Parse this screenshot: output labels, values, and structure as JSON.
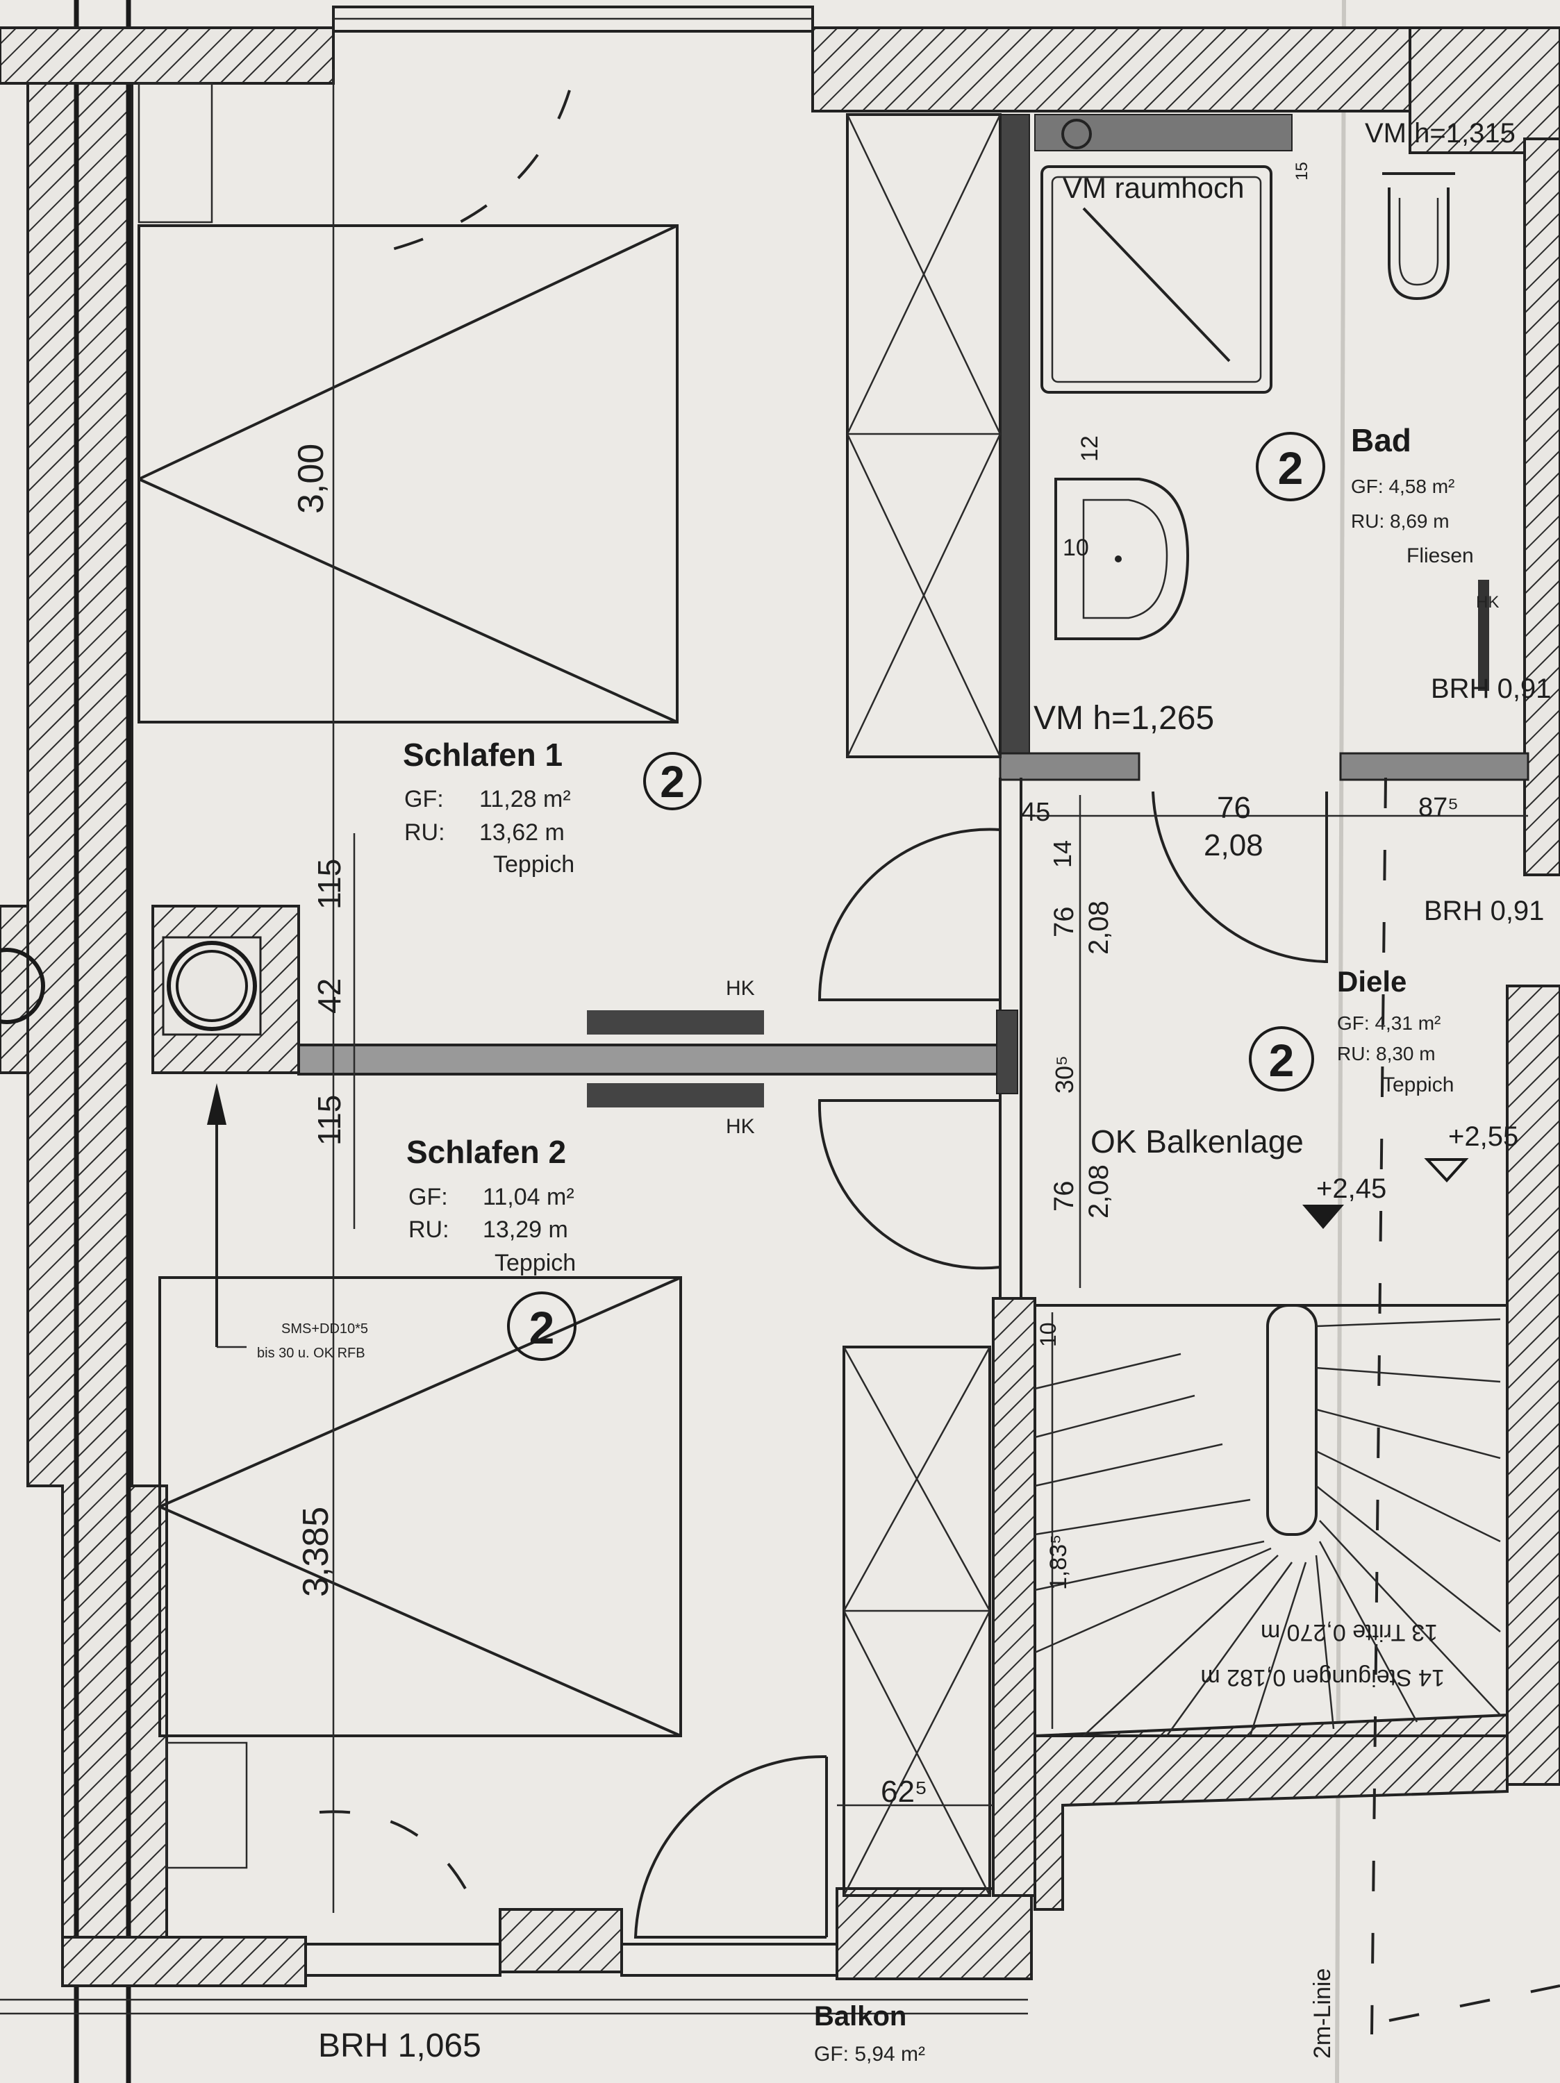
{
  "rooms": {
    "schlafen1": {
      "name": "Schlafen 1",
      "gf_label": "GF:",
      "gf": "11,28 m²",
      "ru_label": "RU:",
      "ru": "13,62 m",
      "floor": "Teppich",
      "level": "2"
    },
    "schlafen2": {
      "name": "Schlafen 2",
      "gf_label": "GF:",
      "gf": "11,04 m²",
      "ru_label": "RU:",
      "ru": "13,29 m",
      "floor": "Teppich",
      "level": "2"
    },
    "bad": {
      "name": "Bad",
      "gf": "GF: 4,58 m²",
      "ru": "RU: 8,69 m",
      "floor": "Fliesen",
      "level": "2"
    },
    "diele": {
      "name": "Diele",
      "gf": "GF: 4,31 m²",
      "ru": "RU: 8,30 m",
      "floor": "Teppich",
      "level": "2"
    },
    "balkon": {
      "name": "Balkon",
      "gf": "GF: 5,94 m²"
    }
  },
  "annotations": {
    "vm_raumhoch": "VM raumhoch",
    "vm_h1315": "VM h=1,315",
    "vm_h1265": "VM h=1,265",
    "brh_091_top": "BRH 0,91",
    "brh_091": "BRH 0,91",
    "brh_1065": "BRH 1,065",
    "hk_top": "HK",
    "hk_bottom": "HK",
    "hk_bad": "HK",
    "ok_balkenlage": "OK Balkenlage",
    "elev_245": "+2,45",
    "elev_255": "+2,55",
    "sms_line1": "SMS+DD10*5",
    "sms_line2": "bis 30 u. OK RFB",
    "stair_line1": "14 Steigungen 0,182 m",
    "stair_line2": "13 Tritte 0,270 m",
    "two_m_linie": "2m-Linie"
  },
  "dimensions": {
    "d300": "3,00",
    "d3385": "3,385",
    "d115a": "115",
    "d42": "42",
    "d115b": "115",
    "d45": "45",
    "d76a": "76",
    "d208a": "2,08",
    "d875": "87⁵",
    "d14": "14",
    "d76b": "76",
    "d208b": "2,08",
    "d305": "30⁵",
    "d76c": "76",
    "d208c": "2,08",
    "d10": "10",
    "d183": "1,83⁵",
    "d625": "62⁵",
    "d12": "12",
    "d10b": "10",
    "d15": "15"
  }
}
